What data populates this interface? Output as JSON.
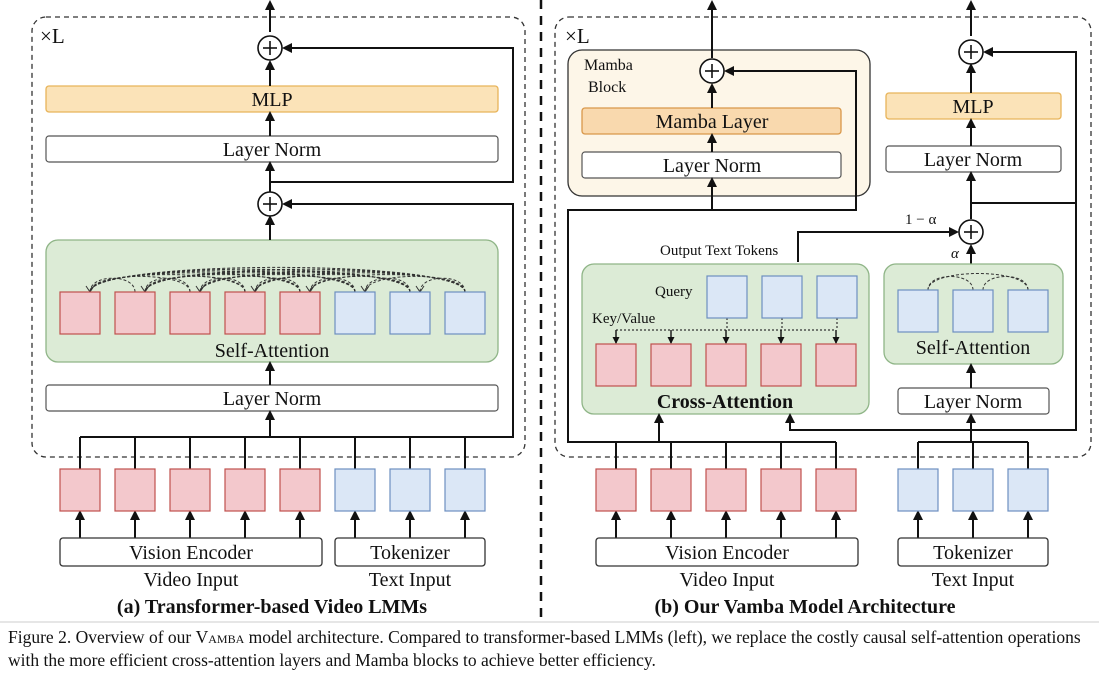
{
  "left_panel": {
    "repeat_label": "×L",
    "mlp_label": "MLP",
    "layer_norm_top_label": "Layer Norm",
    "self_attention_label": "Self-Attention",
    "layer_norm_bottom_label": "Layer Norm",
    "vision_encoder_label": "Vision Encoder",
    "tokenizer_label": "Tokenizer",
    "video_input_label": "Video Input",
    "text_input_label": "Text Input",
    "subtitle": "(a) Transformer-based Video LMMs"
  },
  "right_panel": {
    "repeat_label": "×L",
    "mamba_block_line1": "Mamba",
    "mamba_block_line2": "Block",
    "mamba_layer_label": "Mamba Layer",
    "mamba_layer_norm_label": "Layer Norm",
    "mlp_label": "MLP",
    "mlp_layer_norm_label": "Layer Norm",
    "one_minus_alpha_label": "1 − α",
    "alpha_label": "α",
    "output_text_tokens_label": "Output Text Tokens",
    "query_label": "Query",
    "key_value_label": "Key/Value",
    "cross_attention_label": "Cross-Attention",
    "self_attention_label": "Self-Attention",
    "layer_norm_label": "Layer Norm",
    "vision_encoder_label": "Vision Encoder",
    "tokenizer_label": "Tokenizer",
    "video_input_label": "Video Input",
    "text_input_label": "Text Input",
    "subtitle": "(b) Our Vamba Model Architecture"
  },
  "caption": {
    "prefix": "Figure 2.  Overview of our ",
    "model_name": "Vamba",
    "rest": " model architecture.  Compared to transformer-based LMMs (left), we replace the costly causal self-attention operations with the more efficient cross-attention layers and Mamba blocks to achieve better efficiency."
  },
  "colors": {
    "vision_token": "#f3c8cc",
    "vision_token_stroke": "#c0504d",
    "text_token": "#dbe7f6",
    "text_token_stroke": "#6d8fc0",
    "attention_bg": "#dcebd6",
    "attention_stroke": "#8fb587",
    "mlp_fill": "#fbe3b8",
    "mlp_stroke": "#e8b45a",
    "mamba_layer_fill": "#f9d9ae",
    "mamba_layer_stroke": "#d9984a",
    "mamba_block_fill": "#fdf6e8"
  }
}
